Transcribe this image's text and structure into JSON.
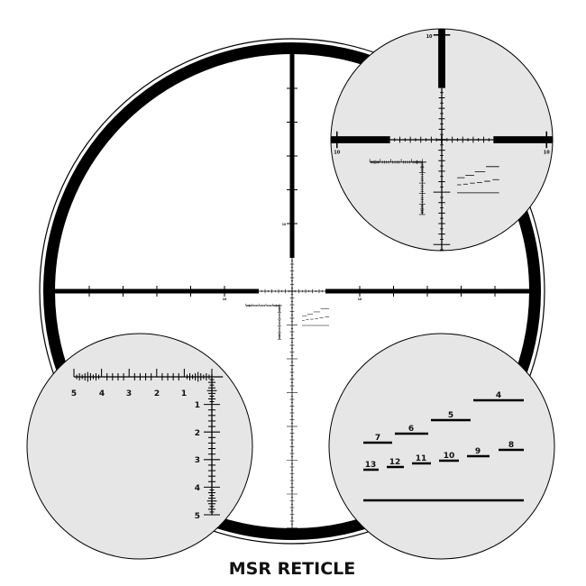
{
  "title": "MSR RETICLE",
  "colors": {
    "ink": "#000000",
    "inset_fill": "#e6e6e6",
    "background": "#ffffff"
  },
  "reticle": {
    "post_label": "10"
  },
  "ladder_inset": {
    "horizontal_labels": [
      "5",
      "4",
      "3",
      "2",
      "1"
    ],
    "vertical_labels": [
      "1",
      "2",
      "3",
      "4",
      "5"
    ]
  },
  "holdover_inset": {
    "labels": [
      "4",
      "5",
      "6",
      "7",
      "8",
      "9",
      "10",
      "11",
      "12",
      "13"
    ]
  }
}
